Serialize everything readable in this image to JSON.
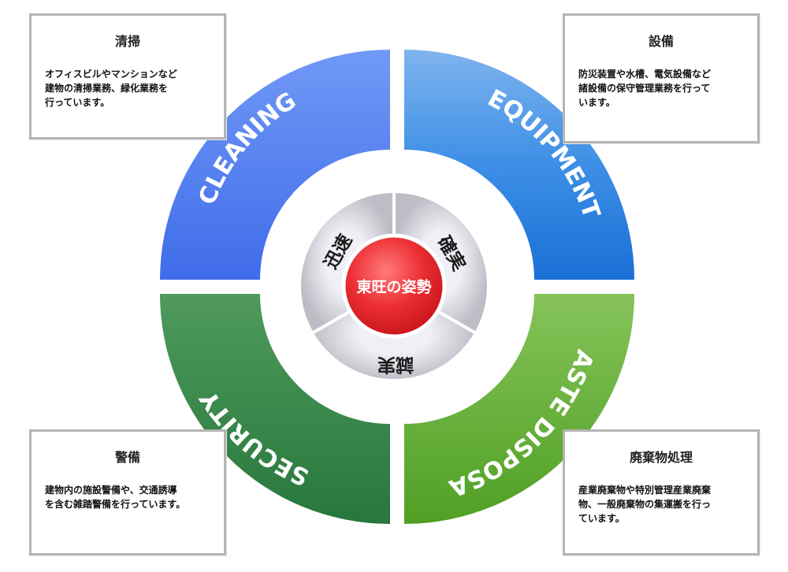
{
  "center": {
    "label": "東旺の姿勢"
  },
  "inner_segments": [
    {
      "key": "quick",
      "label": "迅速"
    },
    {
      "key": "sure",
      "label": "確実"
    },
    {
      "key": "sincere",
      "label": "誠実"
    }
  ],
  "ring_segments": [
    {
      "key": "cleaning",
      "label": "CLEANING",
      "color": "#4f7df0"
    },
    {
      "key": "equipment",
      "label": "EQUIPMENT",
      "color": "#2b7fe2"
    },
    {
      "key": "waste",
      "label": "WASTE DISPOSAL",
      "color": "#5fae32"
    },
    {
      "key": "security",
      "label": "SECURITY",
      "color": "#2f8046"
    }
  ],
  "cards": {
    "cleaning": {
      "title": "清掃",
      "lines": [
        "オフィスビルやマンションなど",
        "建物の清掃業務、緑化業務を",
        "行っています。"
      ]
    },
    "equipment": {
      "title": "設備",
      "lines": [
        "防災装置や水槽、電気設備など",
        "諸設備の保守管理業務を行って",
        "います。"
      ]
    },
    "security": {
      "title": "警備",
      "lines": [
        "建物内の施設警備や、交通誘導",
        "を含む雑踏警備を行っています。"
      ]
    },
    "waste": {
      "title": "廃棄物処理",
      "lines": [
        "産業廃棄物や特別管理産業廃棄",
        "物、一般廃棄物の集運搬を行っ",
        "ています。"
      ]
    }
  },
  "colors": {
    "center": "#e8262b",
    "inner": "#d3d3dc",
    "card_border": "#b4b4b4"
  }
}
